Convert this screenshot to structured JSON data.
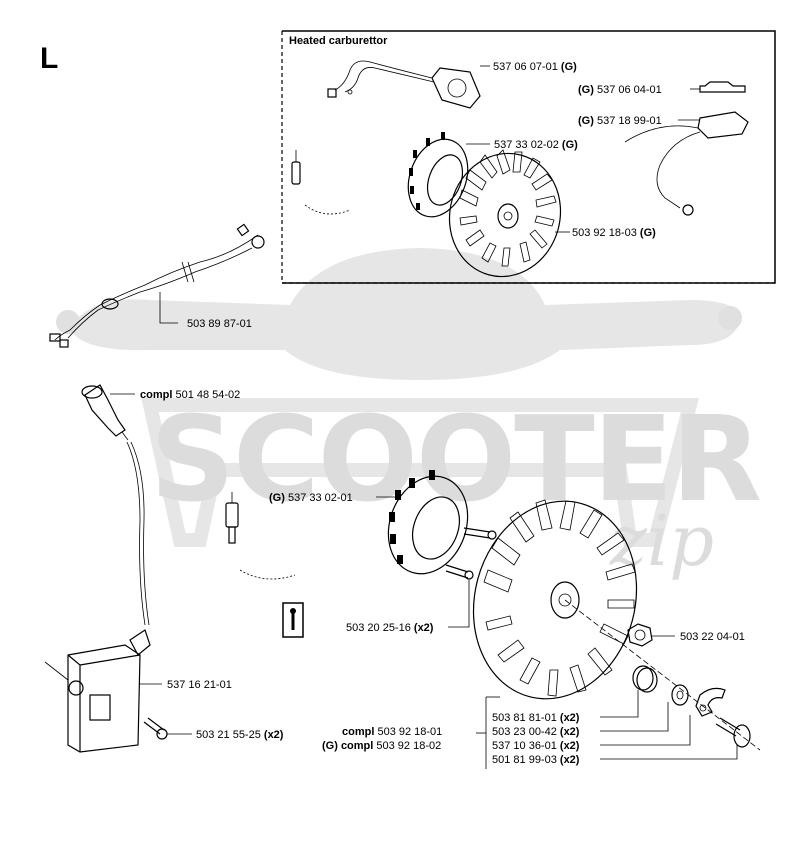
{
  "section_letter": "L",
  "heated_box": {
    "title": "Heated carburettor"
  },
  "watermark": {
    "text1": "SCOOTER",
    "text2": "zip"
  },
  "labels": {
    "p1": {
      "pre": "",
      "num": "537 06 07-01",
      "suf": " (G)"
    },
    "p2": {
      "pre": "(G) ",
      "num": "537 06 04-01",
      "suf": ""
    },
    "p3": {
      "pre": "(G) ",
      "num": "537 18 99-01",
      "suf": ""
    },
    "p4": {
      "pre": "",
      "num": "537 33 02-02",
      "suf": " (G)"
    },
    "p5": {
      "pre": "",
      "num": "503 92 18-03",
      "suf": " (G)"
    },
    "p6": {
      "pre": "",
      "num": "503 89 87-01",
      "suf": ""
    },
    "p7": {
      "pre": "compl ",
      "num": "501 48 54-02",
      "suf": ""
    },
    "p8": {
      "pre": "(G) ",
      "num": "537 33 02-01",
      "suf": ""
    },
    "p9": {
      "pre": "",
      "num": "503 20 25-16",
      "suf": " (x2)"
    },
    "p10": {
      "pre": "",
      "num": "503 22 04-01",
      "suf": ""
    },
    "p11": {
      "pre": "",
      "num": "537 16 21-01",
      "suf": ""
    },
    "p12": {
      "pre": "",
      "num": "503 21 55-25",
      "suf": " (x2)"
    },
    "p13": {
      "pre": "compl ",
      "num": "503 92 18-01",
      "suf": ""
    },
    "p14": {
      "pre": "(G) compl ",
      "num": "503 92 18-02",
      "suf": ""
    },
    "p15": {
      "pre": "",
      "num": "503 81 81-01",
      "suf": " (x2)"
    },
    "p16": {
      "pre": "",
      "num": "503 23 00-42",
      "suf": " (x2)"
    },
    "p17": {
      "pre": "",
      "num": "537 10 36-01",
      "suf": " (x2)"
    },
    "p18": {
      "pre": "",
      "num": "501 81 99-03",
      "suf": " (x2)"
    }
  },
  "tool_icon": "wrench-icon"
}
